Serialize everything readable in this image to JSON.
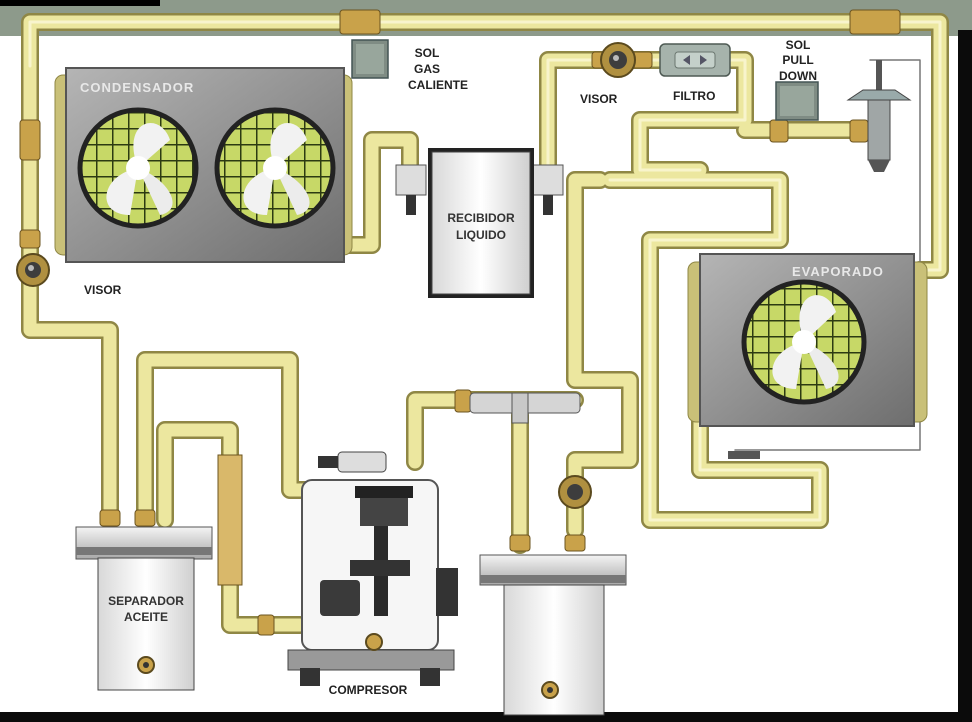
{
  "labels": {
    "condensador": "CONDENSADOR",
    "sol_gas_1": "SOL",
    "sol_gas_2": "GAS",
    "sol_gas_3": "CALIENTE",
    "visor_top": "VISOR",
    "filtro": "FILTRO",
    "sol_pull_1": "SOL",
    "sol_pull_2": "PULL",
    "sol_pull_3": "DOWN",
    "recibidor_1": "RECIBIDOR",
    "recibidor_2": "LIQUIDO",
    "visor_left": "VISOR",
    "evaporador": "EVAPORADO",
    "separador_1": "SEPARADOR",
    "separador_2": "ACEITE",
    "compresor": "COMPRESOR"
  },
  "colors": {
    "background": "#ffffff",
    "top_band": "#8d9a8b",
    "pipe": "#e9e39a",
    "pipe_edge": "#9a9350",
    "unit_body": "#8e8e8e",
    "fan_grid": "#b8cc55",
    "tank": "#efefef"
  }
}
